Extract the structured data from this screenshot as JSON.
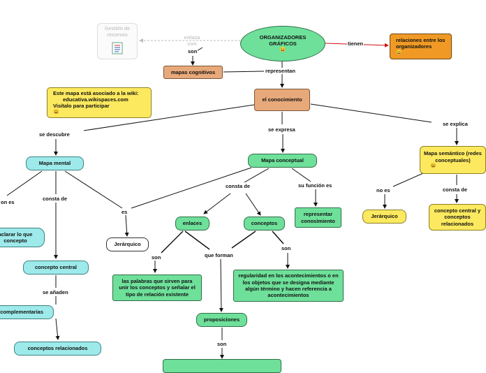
{
  "nodes": {
    "root": "ORGANIZADORES GRÁFICOS",
    "relaciones": "relaciones entre los organizadores",
    "gestion": "Gestión de recursos",
    "mapas_cognitivos": "mapas cognitivos",
    "conocimiento": "el conocimiento",
    "wiki_note_1": "Este mapa está asociado a la wiki:",
    "wiki_note_2": "educativa.wikispaces.com",
    "wiki_note_3": "Visítalo para participar",
    "mapa_mental": "Mapa mental",
    "mapa_conceptual": "Mapa conceptual",
    "mapa_semantico": "Mapa semántico (redes conceptuales)",
    "aclarar": "aclarar lo que concepto",
    "concepto_central_mental": "concepto central",
    "complementarias": "complementarias",
    "conceptos_relacionados": "conceptos relacionados",
    "jerarquico_mental": "Jerárquico",
    "enlaces": "enlaces",
    "conceptos": "conceptos",
    "representar": "representar conosimiento",
    "jerarquico_semantico": "Jerárquico",
    "concepto_central_semantico": "concepto central y conceptos relacionados",
    "palabras": "las palabras que sirven para unir los conceptos y señalar el tipo de relación existente",
    "regularidad": "regularidad en los acontecimientos o en los objetos que se designa mediante algún término y hacen referencia a acontecimientos",
    "proposiciones": "proposiciones"
  },
  "labels": {
    "enlaza_con": "enlaza con",
    "son_root": "son",
    "tienen": "tienen",
    "representan": "representan",
    "se_descubre": "se descubre",
    "se_expresa": "se expresa",
    "se_explica": "se explica",
    "on_es": "on es",
    "consta_de_mental": "consta de",
    "es": "es",
    "consta_de_conceptual": "consta de",
    "su_funcion_es": "su función es",
    "no_es": "no es",
    "consta_de_semantico": "consta de",
    "son_enlaces": "son",
    "que_forman": "que forman",
    "son_conceptos": "son",
    "se_anaden": "se añaden",
    "son_proposiciones": "son"
  },
  "emoji": "😀",
  "colors": {
    "green": "#6ee09a",
    "cyan": "#9eeaea",
    "yellow": "#fde95f",
    "orange": "#e8a97a",
    "dark_orange": "#f09a25",
    "arrow_red": "#cc1111"
  }
}
